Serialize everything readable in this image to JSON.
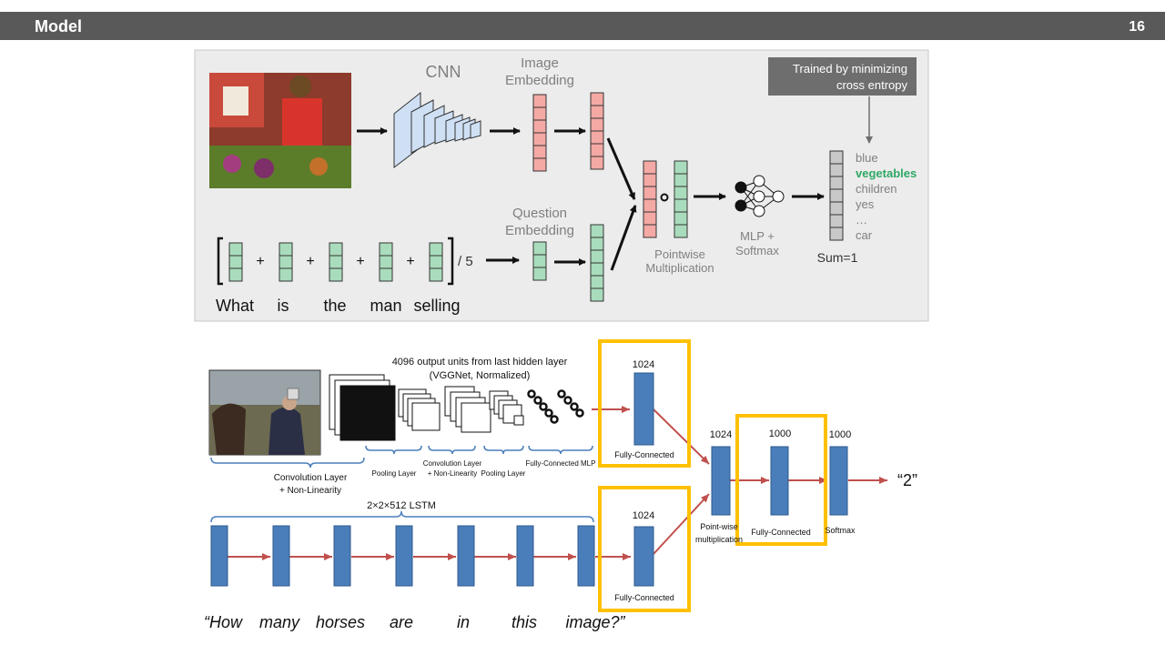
{
  "header": {
    "title": "Model",
    "page_number": "16"
  },
  "top_diagram": {
    "cnn_label": "CNN",
    "image_embedding_label": [
      "Image",
      "Embedding"
    ],
    "question_embedding_label": [
      "Question",
      "Embedding"
    ],
    "trained_note": [
      "Trained by minimizing",
      "cross entropy"
    ],
    "pointwise_label": [
      "Pointwise",
      "Multiplication"
    ],
    "mlp_label": [
      "MLP +",
      "Softmax"
    ],
    "divide_label": "/ 5",
    "plus": "+",
    "sum_label": "Sum=1",
    "answers": [
      "blue",
      "vegetables",
      "children",
      "yes",
      "…",
      "car"
    ],
    "question_words": [
      "What",
      "is",
      "the",
      "man",
      "selling"
    ],
    "colors": {
      "image_embed": "#f4a9a4",
      "question_embed": "#a9dcbc",
      "highlight": "#2ea866",
      "panel": "#ececec",
      "note_box": "#6e6e6e"
    }
  },
  "bottom_diagram": {
    "vgg_caption": [
      "4096 output  units from last hidden layer",
      "(VGGNet, Normalized)"
    ],
    "layer_labels": {
      "conv": [
        "Convolution Layer",
        "+ Non-Linearity"
      ],
      "pool1": "Pooling Layer",
      "conv2": [
        "Convolution Layer",
        "+ Non-Linearity"
      ],
      "pool2": "Pooling  Layer",
      "fc_mlp": "Fully-Connected MLP"
    },
    "lstm_label": "2×2×512 LSTM",
    "fc_image_size": "1024",
    "fc_question_size": "1024",
    "fc_label": "Fully-Connected",
    "pointwise_size": "1024",
    "pointwise_label": [
      "Point-wise",
      "multiplication"
    ],
    "fc_out_size": "1000",
    "softmax_size": "1000",
    "softmax_label": "Softmax",
    "answer": "“2”",
    "question_words": [
      "“How",
      "many",
      "horses",
      "are",
      "in",
      "this",
      "image?”"
    ],
    "colors": {
      "block": "#4a7ebb",
      "arrow": "#c0504d",
      "highlight": "#ffc000",
      "brace": "#4a7ebb"
    }
  }
}
